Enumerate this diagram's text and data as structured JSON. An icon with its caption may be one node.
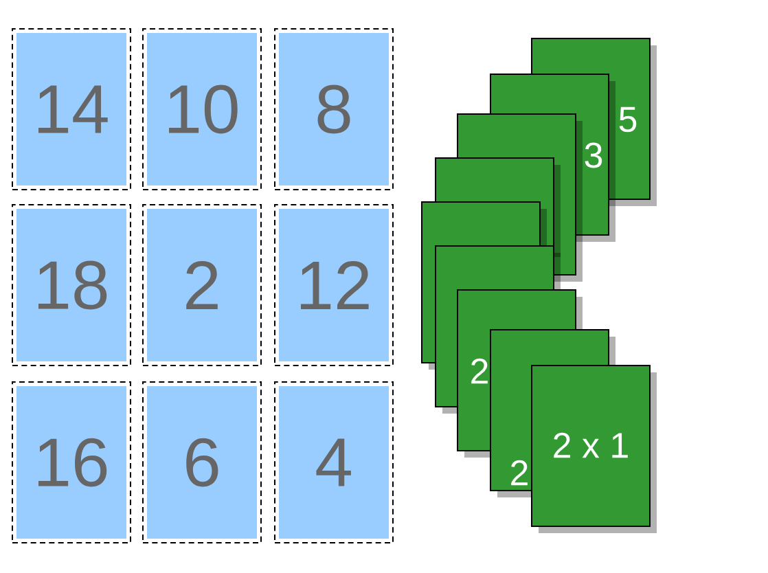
{
  "diagram": {
    "nodes": [
      {
        "text": [
          "14"
        ]
      },
      {
        "text": [
          "10"
        ]
      },
      {
        "text": [
          "8"
        ]
      },
      {
        "text": [
          "18"
        ]
      },
      {
        "text": [
          "2"
        ]
      },
      {
        "text": [
          "12"
        ]
      },
      {
        "text": [
          "16"
        ]
      },
      {
        "text": [
          "6"
        ]
      },
      {
        "text": [
          "4"
        ]
      },
      {
        "text": [
          "5"
        ]
      },
      {
        "text": [
          "3"
        ]
      },
      {
        "text": [],
        "shape": "box"
      },
      {
        "text": [],
        "shape": "box"
      },
      {
        "text": [],
        "shape": "box"
      },
      {
        "text": [],
        "shape": "box"
      },
      {
        "text": [
          "2"
        ]
      },
      {
        "text": [
          "2"
        ]
      },
      {
        "text": [
          "2 x 1"
        ]
      }
    ]
  }
}
